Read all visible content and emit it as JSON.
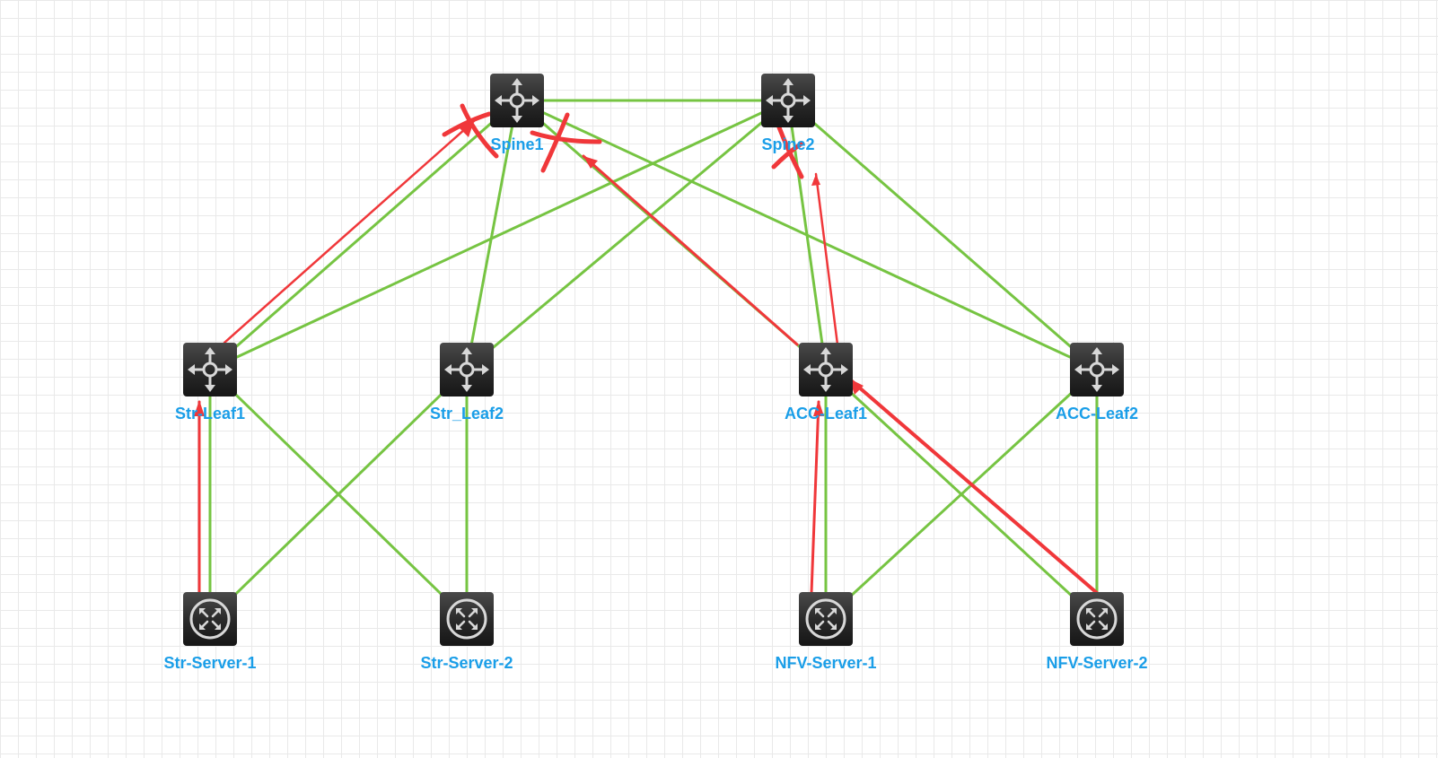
{
  "colors": {
    "link": "#76c442",
    "label": "#1a9ee8",
    "annotation": "#f0373a",
    "device_bg": "#2a2a2a",
    "device_glyph": "#d8d8d8"
  },
  "nodes": [
    {
      "id": "spine1",
      "label": "Spine1",
      "icon": "switch-router-icon"
    },
    {
      "id": "spine2",
      "label": "Spine2",
      "icon": "switch-router-icon"
    },
    {
      "id": "str_leaf1",
      "label": "Str-Leaf1",
      "icon": "switch-router-icon"
    },
    {
      "id": "str_leaf2",
      "label": "Str_Leaf2",
      "icon": "switch-router-icon"
    },
    {
      "id": "acc_leaf1",
      "label": "ACC-Leaf1",
      "icon": "switch-router-icon"
    },
    {
      "id": "acc_leaf2",
      "label": "ACC-Leaf2",
      "icon": "switch-router-icon"
    },
    {
      "id": "str_server1",
      "label": "Str-Server-1",
      "icon": "server-switch-icon"
    },
    {
      "id": "str_server2",
      "label": "Str-Server-2",
      "icon": "server-switch-icon"
    },
    {
      "id": "nfv_server1",
      "label": "NFV-Server-1",
      "icon": "server-switch-icon"
    },
    {
      "id": "nfv_server2",
      "label": "NFV-Server-2",
      "icon": "server-switch-icon"
    }
  ],
  "links": [
    [
      "spine1",
      "spine2"
    ],
    [
      "spine1",
      "str_leaf1"
    ],
    [
      "spine1",
      "str_leaf2"
    ],
    [
      "spine1",
      "acc_leaf1"
    ],
    [
      "spine1",
      "acc_leaf2"
    ],
    [
      "spine2",
      "str_leaf1"
    ],
    [
      "spine2",
      "str_leaf2"
    ],
    [
      "spine2",
      "acc_leaf1"
    ],
    [
      "spine2",
      "acc_leaf2"
    ],
    [
      "str_leaf1",
      "str_server1"
    ],
    [
      "str_leaf1",
      "str_server2"
    ],
    [
      "str_leaf2",
      "str_server1"
    ],
    [
      "str_leaf2",
      "str_server2"
    ],
    [
      "acc_leaf1",
      "nfv_server1"
    ],
    [
      "acc_leaf1",
      "nfv_server2"
    ],
    [
      "acc_leaf2",
      "nfv_server1"
    ],
    [
      "acc_leaf2",
      "nfv_server2"
    ]
  ]
}
